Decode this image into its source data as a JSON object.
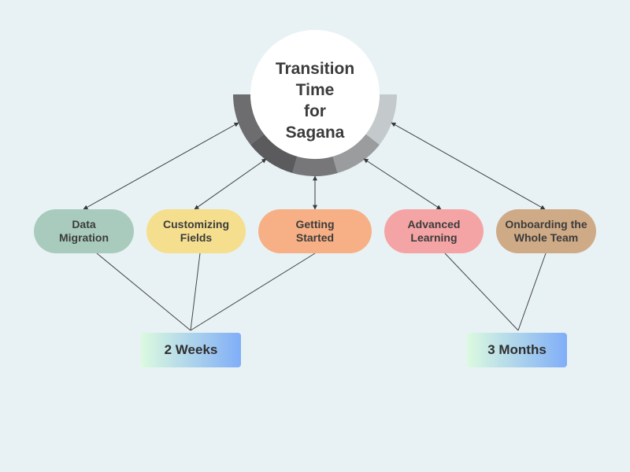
{
  "center": {
    "title": "Transition\nTime\nfor\nSagana"
  },
  "ring_colors": [
    "#6d6d70",
    "#5b5b5e",
    "#77777a",
    "#9a9c9d",
    "#c4cacb"
  ],
  "arrow_color": "#3a3a3a",
  "line_color": "#444444",
  "steps": [
    {
      "label": "Data\nMigration",
      "color": "#a9cbbd"
    },
    {
      "label": "Customizing\nFields",
      "color": "#f5df8e"
    },
    {
      "label": "Getting\nStarted",
      "color": "#f7b085"
    },
    {
      "label": "Advanced\nLearning",
      "color": "#f5a4a5"
    },
    {
      "label": "Onboarding the\nWhole Team",
      "color": "#cfaa86"
    }
  ],
  "durations": [
    {
      "label": "2 Weeks",
      "gradient": [
        "#dcfadf",
        "#80aef8"
      ]
    },
    {
      "label": "3 Months",
      "gradient": [
        "#dcfadf",
        "#80aef8"
      ]
    }
  ]
}
